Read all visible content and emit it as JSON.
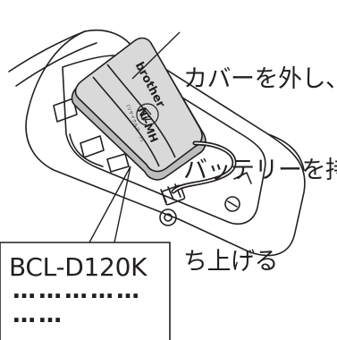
{
  "instruction": {
    "lines": [
      "カバーを外し、",
      "バッテリーを持",
      "ち上げる"
    ]
  },
  "battery": {
    "brand": "brother",
    "chemistry": "Ni-MH",
    "recycle_text": "(リサイクルマーク)"
  },
  "model_label": {
    "model": "BCL-D120K",
    "dots_line1": "……………",
    "dots_line2": "……"
  },
  "colors": {
    "line": "#231f20",
    "battery_fill": "#d9d9d9",
    "battery_shadow": "#bdbdbd",
    "background": "#ffffff"
  }
}
